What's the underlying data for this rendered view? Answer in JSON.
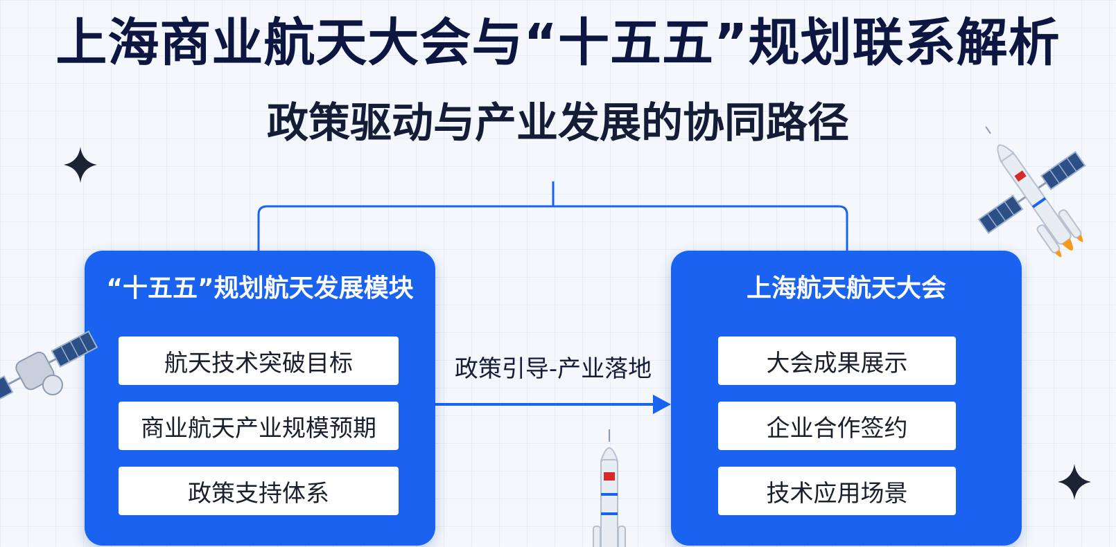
{
  "title": "上海商业航天大会与“十五五”规划联系解析",
  "subtitle": "政策驱动与产业发展的协同路径",
  "left_panel": {
    "title": "“十五五”规划航天发展模块",
    "items": [
      "航天技术突破目标",
      "商业航天产业规模预期",
      "政策支持体系"
    ]
  },
  "right_panel": {
    "title": "上海航天航天大会",
    "items": [
      "大会成果展示",
      "企业合作签约",
      "技术应用场景"
    ]
  },
  "connector": {
    "label": "政策引导-产业落地"
  },
  "colors": {
    "accent": "#1a62f0",
    "title": "#0c1640",
    "line": "#1a62f0"
  },
  "icons": [
    "sparkle-icon",
    "rocket-icon",
    "satellite-icon"
  ]
}
